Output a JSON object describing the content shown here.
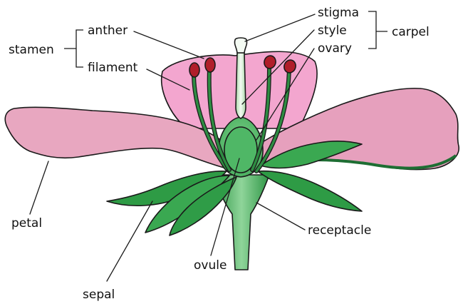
{
  "labels": {
    "stigma": "stigma",
    "style": "style",
    "ovary": "ovary",
    "carpel": "carpel",
    "anther": "anther",
    "filament": "filament",
    "stamen": "stamen",
    "petal": "petal",
    "sepal": "sepal",
    "ovule": "ovule",
    "receptacle": "receptacle"
  },
  "colors": {
    "petal_light": "#f3a6cf",
    "petal_dark": "#e6a0bd",
    "petal_far": "#f7b5d5",
    "sepal_green": "#2e9b45",
    "stalk_green": "#3fae56",
    "ovary_green": "#6cc37b",
    "ovule_green": "#4fb766",
    "style_light": "#d9eed6",
    "anther_red": "#b01e2a",
    "outline": "#1a1a1a"
  }
}
